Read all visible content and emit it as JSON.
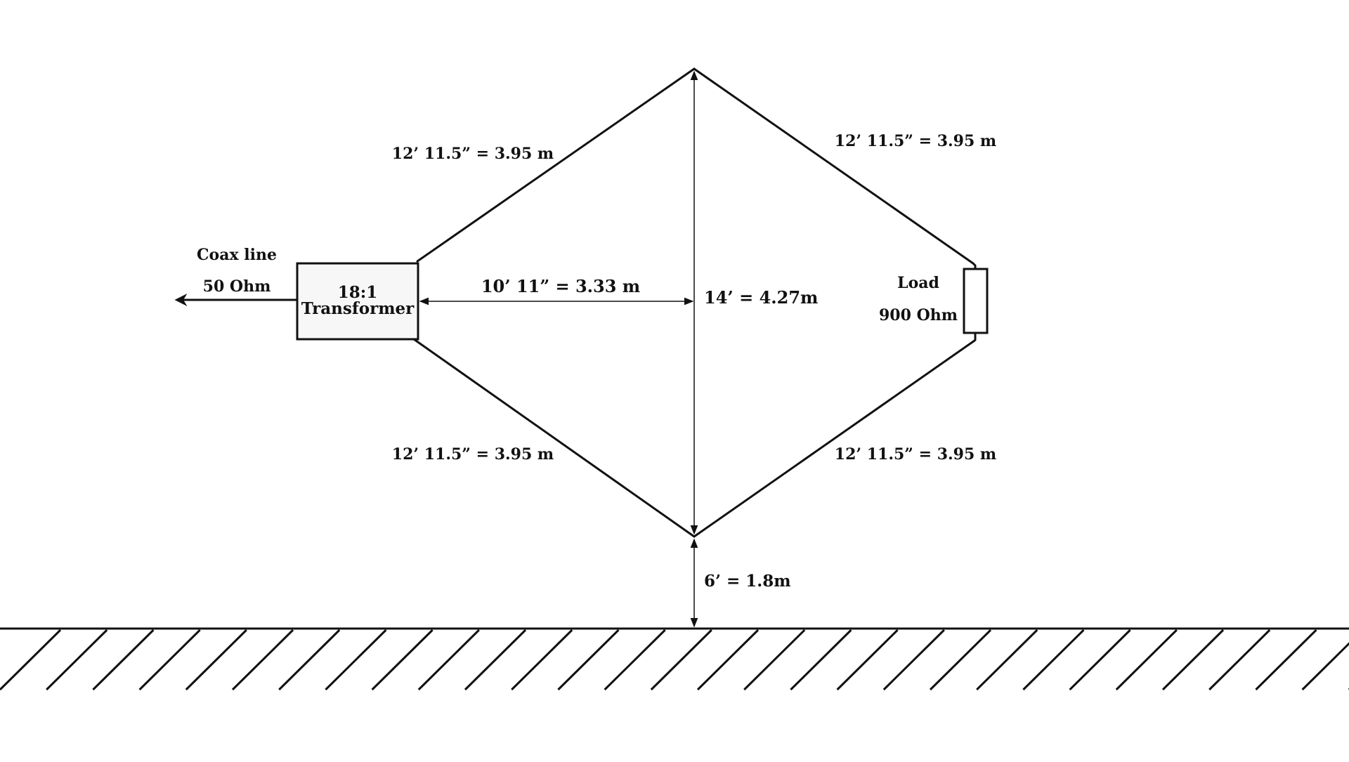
{
  "transformer": {
    "line1": "18:1",
    "line2": "Transformer"
  },
  "coax": {
    "line1": "Coax line",
    "line2": "50 Ohm"
  },
  "load": {
    "line1": "Load",
    "line2": "900 Ohm"
  },
  "dimensions": {
    "upper_left_leg": "12’ 11.5” = 3.95 m",
    "upper_right_leg": "12’ 11.5” = 3.95 m",
    "lower_left_leg": "12’ 11.5” = 3.95 m",
    "lower_right_leg": "12’ 11.5” = 3.95 m",
    "half_length": "10’ 11” = 3.33 m",
    "height": "14’ = 4.27m",
    "ground_clearance": "6’ = 1.8m"
  },
  "colors": {
    "line": "#111111",
    "box_fill": "#f7f7f7",
    "background": "#ffffff"
  }
}
